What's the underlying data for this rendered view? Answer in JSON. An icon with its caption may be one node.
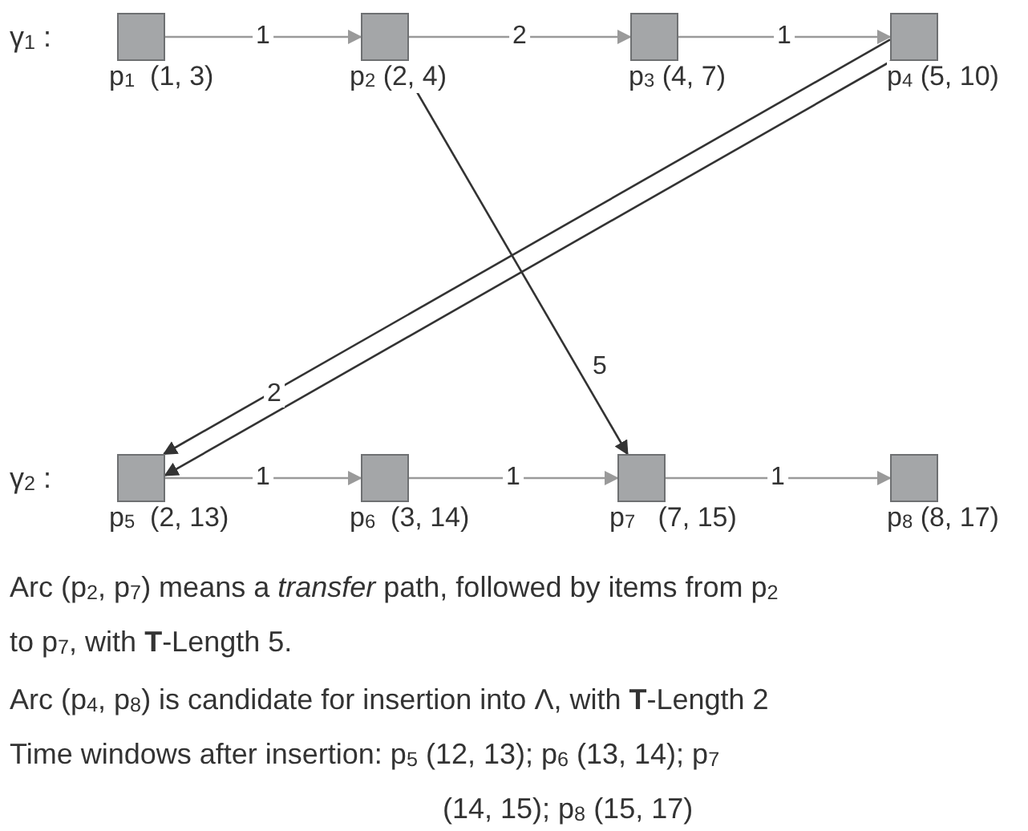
{
  "diagram": {
    "nodes": [
      {
        "text": [],
        "shape": "box",
        "beside": [
          "p$_{1}$  (1, 3)"
        ]
      },
      {
        "text": [],
        "shape": "box",
        "beside": [
          "p$_{2}$ (2, 4)"
        ]
      },
      {
        "text": [],
        "shape": "box",
        "beside": [
          "p$_{3}$ (4, 7)"
        ]
      },
      {
        "text": [],
        "shape": "box",
        "beside": [
          "p$_{4}$ (5, 10)"
        ]
      },
      {
        "text": [],
        "shape": "box",
        "beside": [
          "p$_{5}$  (2, 13)"
        ]
      },
      {
        "text": [],
        "shape": "box",
        "beside": [
          "p$_{6}$  (3, 14)"
        ]
      },
      {
        "text": [],
        "shape": "box",
        "beside": [
          "p$_{7}$   (7, 15)"
        ]
      },
      {
        "text": [],
        "shape": "box",
        "beside": [
          "p$_{8}$ (8, 17)"
        ]
      }
    ],
    "edges": [
      {
        "from": 0,
        "to": 1,
        "arrow": "to",
        "label": "1"
      },
      {
        "from": 1,
        "to": 2,
        "arrow": "to",
        "label": "2"
      },
      {
        "from": 2,
        "to": 3,
        "arrow": "to",
        "label": "1"
      },
      {
        "from": 1,
        "to": 6,
        "arrow": "to",
        "label": "5",
        "color": "#333333"
      },
      {
        "from": 3,
        "to": 4,
        "arrow": "to",
        "label": "2",
        "color": "#333333"
      },
      {
        "from": 3,
        "to": 4,
        "arrow": "to",
        "color": "#333333"
      },
      {
        "from": 4,
        "to": 5,
        "arrow": "to",
        "label": "1"
      },
      {
        "from": 5,
        "to": 6,
        "arrow": "to",
        "label": "1"
      },
      {
        "from": 6,
        "to": 7,
        "arrow": "to",
        "label": "1"
      }
    ],
    "labels": [
      "γ$_{1}$ :",
      "γ$_{2}$ :",
      "Arc (p$_{2}$, p$_{7}$) means a *transfer* path, followed by items from p$_{2}$ to p$_{7}$, with **T**-Length 5.",
      "Arc (p$_{4}$, p$_{8}$) is candidate for insertion into Λ, with **T**-Length 2",
      "Time windows after insertion: p$_{5}$ (12, 13);  p$_{6}$ (13, 14); p$_{7}$ (14, 15);  p$_{8}$ (15, 17)"
    ]
  }
}
